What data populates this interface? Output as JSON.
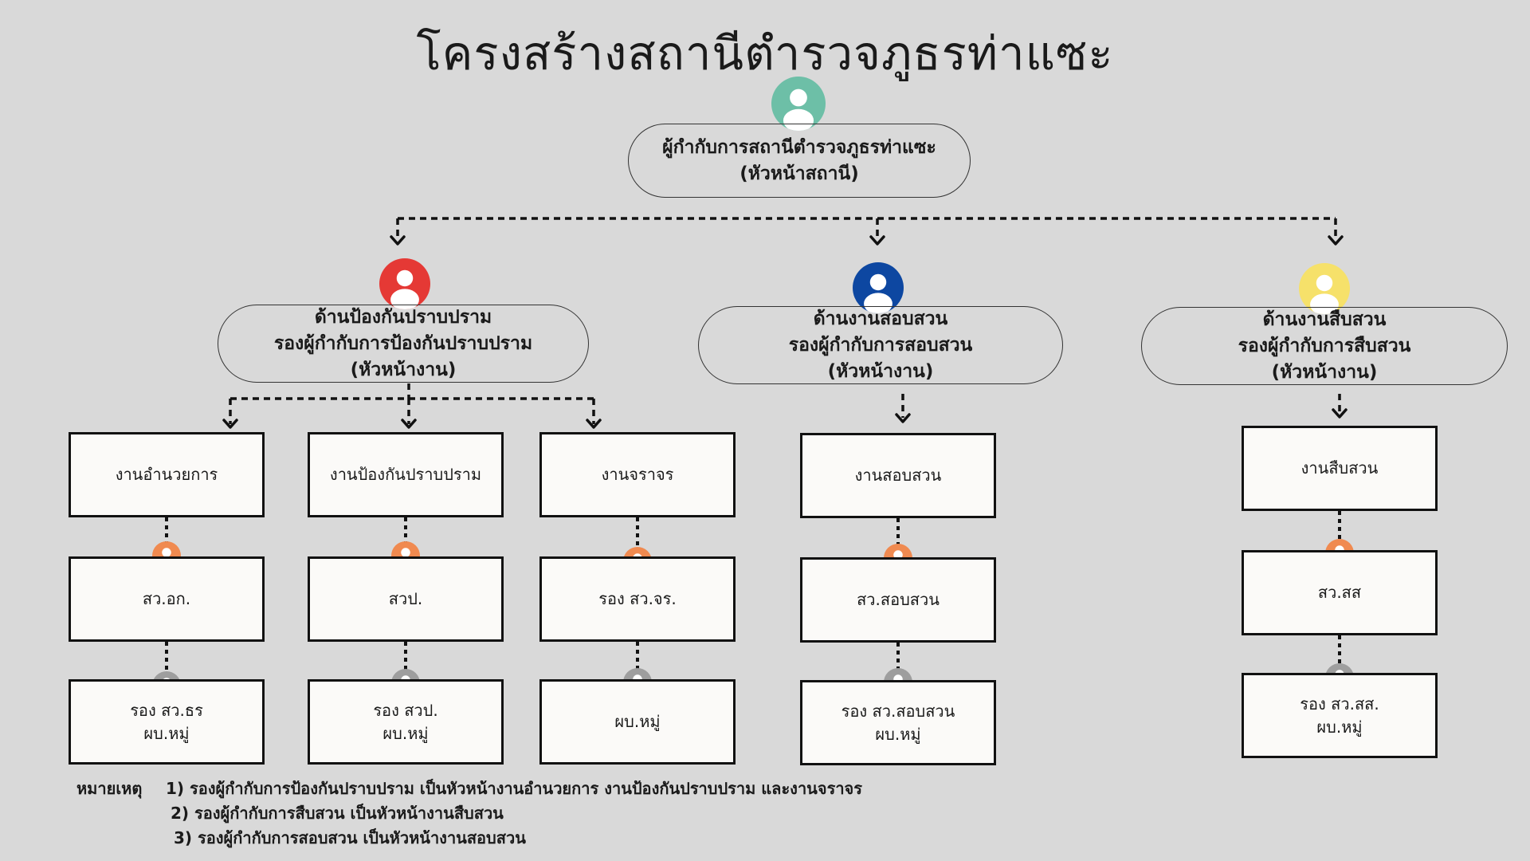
{
  "title": "โครงสร้างสถานีตำรวจภูธรท่าแซะ",
  "head": {
    "line1": "ผู้กำกับการสถานีตำรวจภูธรท่าแซะ",
    "line2": "(หัวหน้าสถานี)",
    "avatar_color": "#6dbfa7"
  },
  "divisions": [
    {
      "line1": "ด้านป้องกันปราบปราม",
      "line2": "รองผู้กำกับการป้องกันปราบปราม",
      "line3": "(หัวหน้างาน)",
      "avatar_color": "#e53935"
    },
    {
      "line1": "ด้านงานสอบสวน",
      "line2": "รองผู้กำกับการสอบสวน",
      "line3": "(หัวหน้างาน)",
      "avatar_color": "#0d47a1"
    },
    {
      "line1": "ด้านงานสืบสวน",
      "line2": "รองผู้กำกับการสืบสวน",
      "line3": "(หัวหน้างาน)",
      "avatar_color": "#f6e16a"
    }
  ],
  "units": [
    {
      "name": "งานอำนวยการ",
      "officer": "สว.อก.",
      "staff1": "รอง สว.ธร",
      "staff2": "ผบ.หมู่"
    },
    {
      "name": "งานป้องกันปราบปราม",
      "officer": "สวป.",
      "staff1": "รอง สวป.",
      "staff2": "ผบ.หมู่"
    },
    {
      "name": "งานจราจร",
      "officer": "รอง สว.จร.",
      "staff1": "ผบ.หมู่",
      "staff2": ""
    },
    {
      "name": "งานสอบสวน",
      "officer": "สว.สอบสวน",
      "staff1": "รอง สว.สอบสวน",
      "staff2": "ผบ.หมู่"
    },
    {
      "name": "งานสืบสวน",
      "officer": "สว.สส",
      "staff1": "รอง สว.สส.",
      "staff2": "ผบ.หมู่"
    }
  ],
  "officer_avatar_color": "#f08a50",
  "staff_avatar_color": "#9e9e9e",
  "notes": {
    "label": "หมายเหตุ",
    "items": [
      "1) รองผู้กำกับการป้องกันปราบปราม เป็นหัวหน้างานอำนวยการ งานป้องกันปราบปราม และงานจราจร",
      "2) รองผู้กำกับการสืบสวน เป็นหัวหน้างานสืบสวน",
      "3) รองผู้กำกับการสอบสวน เป็นหัวหน้างานสอบสวน"
    ]
  }
}
